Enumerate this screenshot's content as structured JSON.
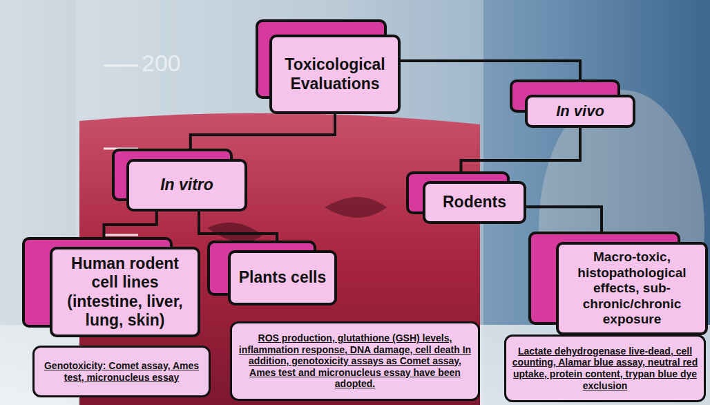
{
  "diagram": {
    "nodes": [
      {
        "text": [
          "Toxicological Evaluations"
        ]
      },
      {
        "text": [
          "In vivo"
        ]
      },
      {
        "text": [
          "In vitro"
        ]
      },
      {
        "text": [
          "Rodents"
        ]
      },
      {
        "text": [
          "Human rodent cell lines (intestine, liver, lung, skin)"
        ]
      },
      {
        "text": [
          "Plants cells"
        ]
      },
      {
        "text": [
          "Macro-toxic, histopathological effects, sub-chronic/chronic exposure"
        ]
      },
      {
        "text": [
          "Genotoxicity: Comet assay, Ames test, micronucleus essay"
        ]
      },
      {
        "text": [
          "ROS production, glutathione (GSH) levels, inflammation response, DNA damage, cell death In addition, genotoxicity assays as Comet assay, Ames test and micronucleus essay have been adopted."
        ]
      },
      {
        "text": [
          "Lactate dehydrogenase live-dead, cell counting, Alamar blue assay, neutral red uptake, protein content, trypan blue dye exclusion"
        ]
      }
    ],
    "edges": [
      {
        "from": 0,
        "to": 2,
        "arrow": "none"
      },
      {
        "from": 0,
        "to": 1,
        "arrow": "none"
      },
      {
        "from": 1,
        "to": 3,
        "arrow": "none"
      },
      {
        "from": 2,
        "to": 4,
        "arrow": "none"
      },
      {
        "from": 2,
        "to": 5,
        "arrow": "none"
      },
      {
        "from": 3,
        "to": 6,
        "arrow": "none"
      }
    ],
    "labels": [
      "200"
    ]
  }
}
